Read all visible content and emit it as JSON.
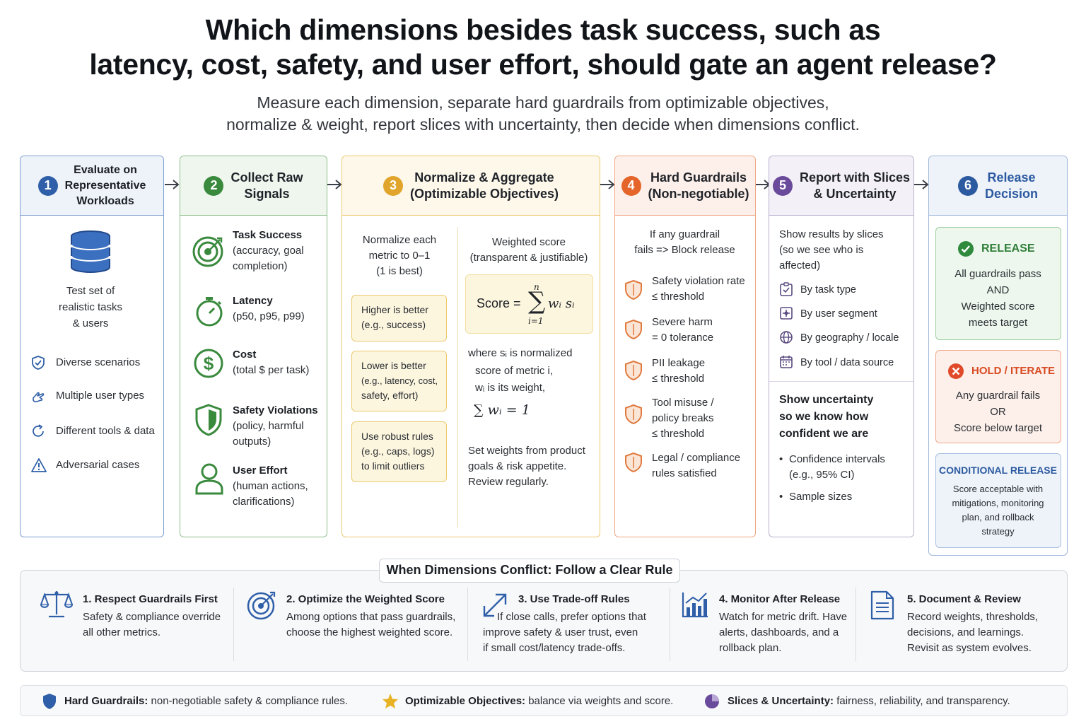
{
  "title_line1": "Which dimensions besides task success, such as",
  "title_line2": "latency, cost, safety, and user effort, should gate an agent release?",
  "subtitle_line1": "Measure each dimension, separate hard guardrails from optimizable objectives,",
  "subtitle_line2": "normalize & weight, report slices with uncertainty, then decide when dimensions conflict.",
  "colors": {
    "blue": "#2f5fa8",
    "green": "#3a8a3e",
    "yellow": "#e0a52a",
    "orange": "#e4642a",
    "purple": "#6a4a9a",
    "navy": "#2c5aa0"
  },
  "step1": {
    "num": "1",
    "heading": [
      "Evaluate on",
      "Representative",
      "Workloads"
    ],
    "test_set": [
      "Test set of",
      "realistic tasks",
      "& users"
    ],
    "items": [
      "Diverse scenarios",
      "Multiple user types",
      "Different tools & data",
      "Adversarial cases"
    ],
    "icons": [
      "shield-check-icon",
      "hand-pointer-icon",
      "refresh-icon",
      "warning-icon"
    ]
  },
  "step2": {
    "num": "2",
    "heading": [
      "Collect Raw",
      "Signals"
    ],
    "signals": [
      {
        "name": "Task Success",
        "detail": [
          "(accuracy, goal",
          "completion)"
        ],
        "icon": "target-icon"
      },
      {
        "name": "Latency",
        "detail": [
          "(p50, p95, p99)"
        ],
        "icon": "stopwatch-icon"
      },
      {
        "name": "Cost",
        "detail": [
          "(total $ per task)"
        ],
        "icon": "dollar-icon"
      },
      {
        "name": "Safety Violations",
        "detail": [
          "(policy, harmful",
          "outputs)"
        ],
        "icon": "shield-icon"
      },
      {
        "name": "User Effort",
        "detail": [
          "(human actions,",
          "clarifications)"
        ],
        "icon": "user-icon"
      }
    ]
  },
  "step3": {
    "num": "3",
    "heading": [
      "Normalize & Aggregate",
      "(Optimizable Objectives)"
    ],
    "normalize": [
      "Normalize each",
      "metric to 0–1",
      "(1 is best)"
    ],
    "boxes": [
      [
        "Higher is better",
        "(e.g., success)"
      ],
      [
        "Lower is better",
        "(e.g., latency, cost,",
        "safety, effort)"
      ],
      [
        "Use robust rules",
        "(e.g., caps, logs)",
        "to limit outliers"
      ]
    ],
    "weighted": [
      "Weighted score",
      "(transparent & justifiable)"
    ],
    "formula": {
      "lhs": "Score =",
      "sum": "∑",
      "upper": "n",
      "lower": "i=1",
      "term": "wᵢ sᵢ"
    },
    "where_l1": "where sᵢ is normalized",
    "where_l2": "score of metric i,",
    "where_l3": "wᵢ is its weight,",
    "sum_eq": "∑ wᵢ = 1",
    "set_weights": [
      "Set weights from product",
      "goals & risk appetite.",
      "Review regularly."
    ]
  },
  "step4": {
    "num": "4",
    "heading": [
      "Hard Guardrails",
      "(Non-negotiable)"
    ],
    "intro": [
      "If any guardrail",
      "fails => Block release"
    ],
    "items": [
      [
        "Safety violation rate",
        "≤ threshold"
      ],
      [
        "Severe harm",
        "= 0 tolerance"
      ],
      [
        "PII leakage",
        "≤ threshold"
      ],
      [
        "Tool misuse /",
        "policy breaks",
        "≤ threshold"
      ],
      [
        "Legal / compliance",
        "rules satisfied"
      ]
    ]
  },
  "step5": {
    "num": "5",
    "heading": [
      "Report with Slices",
      "& Uncertainty"
    ],
    "intro": [
      "Show results by slices",
      "(so we see who is",
      "affected)"
    ],
    "slices": [
      {
        "label": "By task type",
        "icon": "task-icon"
      },
      {
        "label": "By user segment",
        "icon": "segment-icon"
      },
      {
        "label": "By geography / locale",
        "icon": "globe-icon"
      },
      {
        "label": "By tool / data source",
        "icon": "calendar-icon"
      }
    ],
    "uncertainty": [
      "Show uncertainty",
      "so we know how",
      "confident we are"
    ],
    "bullets": [
      [
        "Confidence intervals",
        "(e.g., 95% CI)"
      ],
      [
        "Sample sizes"
      ]
    ]
  },
  "step6": {
    "num": "6",
    "heading": [
      "Release",
      "Decision"
    ],
    "release": {
      "title": "RELEASE",
      "body": [
        "All guardrails pass",
        "AND",
        "Weighted score",
        "meets target"
      ]
    },
    "hold": {
      "title": "HOLD / ITERATE",
      "body": [
        "Any guardrail fails",
        "OR",
        "Score below target"
      ]
    },
    "conditional": {
      "title": "CONDITIONAL RELEASE",
      "body": [
        "Score acceptable with",
        "mitigations, monitoring",
        "plan, and rollback",
        "strategy"
      ]
    }
  },
  "conflict": {
    "title": "When Dimensions Conflict: Follow a Clear Rule",
    "rules": [
      {
        "title": "1. Respect Guardrails First",
        "body": [
          "Safety & compliance override",
          "all other metrics."
        ],
        "icon": "scale-icon"
      },
      {
        "title": "2. Optimize the Weighted Score",
        "body": [
          "Among options that pass guardrails,",
          "choose the highest weighted score."
        ],
        "icon": "target-icon"
      },
      {
        "title": "3. Use Trade-off Rules",
        "body": [
          "If close calls, prefer options that",
          "improve safety & user trust, even",
          "if small cost/latency trade-offs."
        ],
        "icon": "tradeoff-arrow-icon"
      },
      {
        "title": "4. Monitor After Release",
        "body": [
          "Watch for metric drift. Have",
          "alerts, dashboards, and a",
          "rollback plan."
        ],
        "icon": "chart-icon"
      },
      {
        "title": "5. Document & Review",
        "body": [
          "Record weights, thresholds,",
          "decisions, and learnings.",
          "Revisit as system evolves."
        ],
        "icon": "document-icon"
      }
    ]
  },
  "legend": [
    {
      "label": "Hard Guardrails:",
      "text": "non-negotiable safety & compliance rules.",
      "icon": "shield-icon"
    },
    {
      "label": "Optimizable Objectives:",
      "text": "balance via weights and score.",
      "icon": "star-icon"
    },
    {
      "label": "Slices & Uncertainty:",
      "text": "fairness, reliability, and transparency.",
      "icon": "pie-icon"
    }
  ]
}
